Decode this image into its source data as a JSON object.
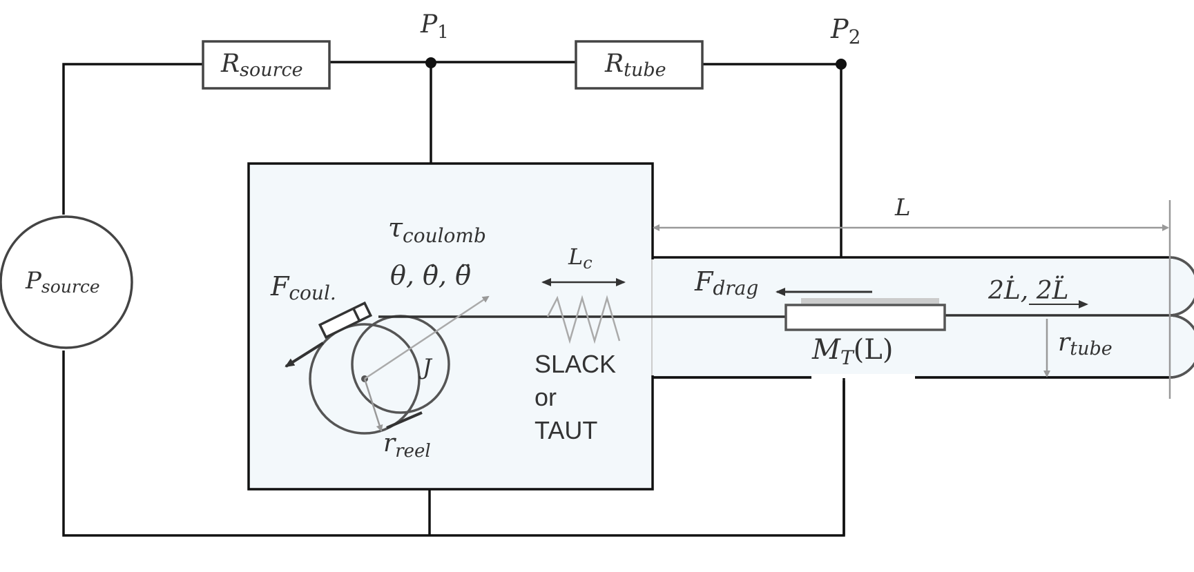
{
  "labels": {
    "r_source_main": "R",
    "r_source_sub": "source",
    "r_tube_main": "R",
    "r_tube_sub": "tube",
    "p1_main": "P",
    "p1_sub": "1",
    "p2_main": "P",
    "p2_sub": "2",
    "p_source_main": "P",
    "p_source_sub": "source",
    "length": "L",
    "tau_main": "τ",
    "tau_sub": "coulomb",
    "theta_state": "θ, θ̇, θ̈",
    "f_coul_main": "F",
    "f_coul_sub": "coul.",
    "inertia": "J",
    "r_reel_main": "r",
    "r_reel_sub": "reel",
    "lc_main": "L",
    "lc_sub": "c",
    "slack_line1": "SLACK",
    "slack_line2": "or",
    "slack_line3": "TAUT",
    "f_drag_main": "F",
    "f_drag_sub": "drag",
    "l_dot": "2L̇, 2L̈",
    "mass": "M",
    "mass_sub": "T",
    "mass_arg": "(L)",
    "r_tube_radius_main": "r",
    "r_tube_radius_sub": "tube"
  },
  "colors": {
    "wire": "#111111",
    "component": "#444444",
    "box_fill": "#f3f8fb",
    "dimension": "#999999",
    "text": "#333333"
  }
}
